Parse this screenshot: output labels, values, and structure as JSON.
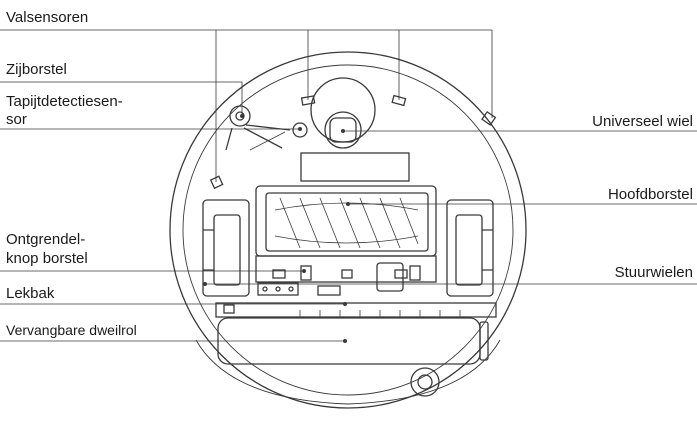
{
  "labels": {
    "cliff_sensors": "Valsensoren",
    "side_brush": "Zijborstel",
    "carpet_sensor_line1": "Tapijtdetectiesen-",
    "carpet_sensor_line2": "sor",
    "universal_wheel": "Universeel wiel",
    "main_brush": "Hoofdborstel",
    "release_button_line1": "Ontgrendel-",
    "release_button_line2": "knop borstel",
    "drive_wheels": "Stuurwielen",
    "drip_tray": "Lekbak",
    "mop_roller": "Vervangbare dweilrol"
  },
  "colors": {
    "line": "#3a3a3a",
    "text": "#1a1a1a",
    "fill_light": "#f2f2f2",
    "fill_dark": "#d9d9d9"
  }
}
